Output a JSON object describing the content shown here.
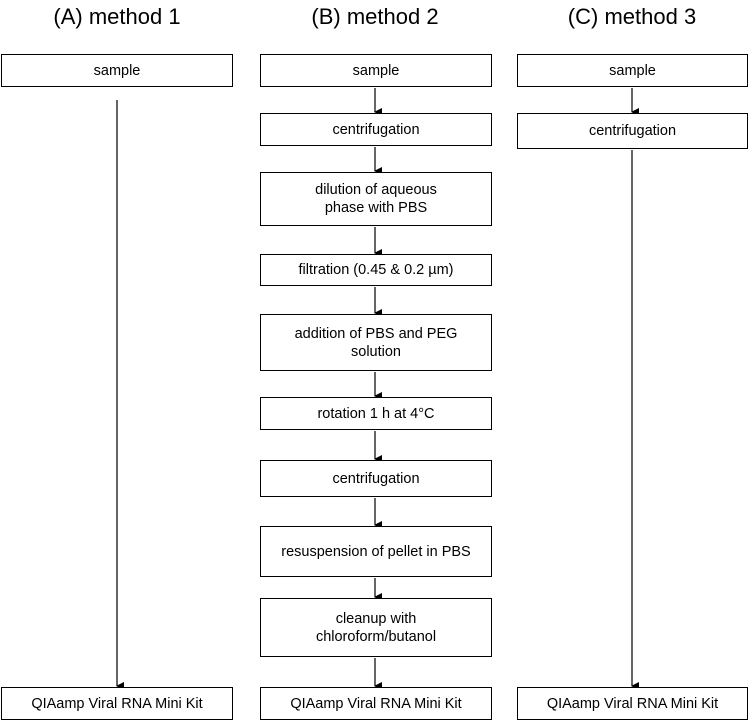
{
  "method1": {
    "title": "(A) method 1",
    "steps": [
      "sample",
      "QIAamp Viral RNA Mini Kit"
    ]
  },
  "method2": {
    "title": "(B) method 2",
    "steps": [
      "sample",
      "centrifugation",
      "dilution of aqueous phase with PBS",
      "filtration (0.45 & 0.2 µm)",
      "addition of PBS and PEG solution",
      "rotation 1 h at 4°C",
      "centrifugation",
      "resuspension of pellet in PBS",
      "cleanup with chloroform/butanol",
      "QIAamp Viral RNA Mini Kit"
    ]
  },
  "method3": {
    "title": "(C) method 3",
    "steps": [
      "sample",
      "centrifugation",
      "QIAamp Viral RNA Mini Kit"
    ]
  }
}
